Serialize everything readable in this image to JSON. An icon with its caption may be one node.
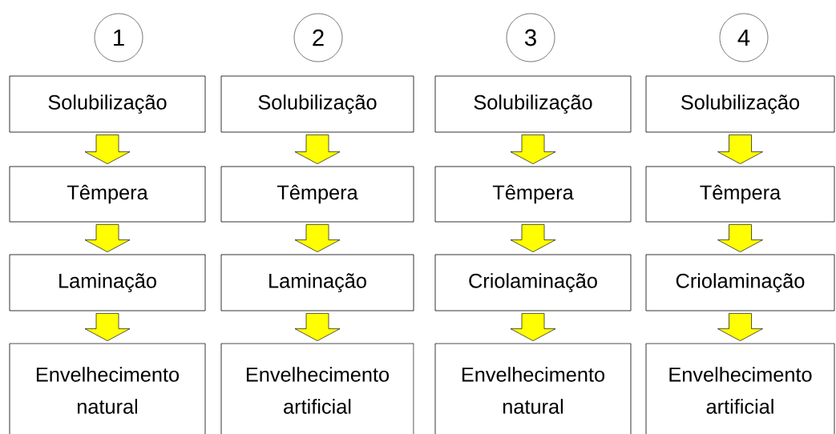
{
  "diagram": {
    "nodes": [
      {
        "text": [
          "1"
        ]
      },
      {
        "text": [
          "2"
        ]
      },
      {
        "text": [
          "3"
        ]
      },
      {
        "text": [
          "4"
        ]
      },
      {
        "text": [
          "Solubilização"
        ]
      },
      {
        "text": [
          "Têmpera"
        ]
      },
      {
        "text": [
          "Laminação"
        ]
      },
      {
        "text": [
          "Envelhecimento natural"
        ]
      },
      {
        "text": [
          "Solubilização"
        ]
      },
      {
        "text": [
          "Têmpera"
        ]
      },
      {
        "text": [
          "Laminação"
        ]
      },
      {
        "text": [
          "Envelhecimento artificial"
        ]
      },
      {
        "text": [
          "Solubilização"
        ]
      },
      {
        "text": [
          "Têmpera"
        ]
      },
      {
        "text": [
          "Criolaminação"
        ]
      },
      {
        "text": [
          "Envelhecimento natural"
        ]
      },
      {
        "text": [
          "Solubilização"
        ]
      },
      {
        "text": [
          "Têmpera"
        ]
      },
      {
        "text": [
          "Criolaminação"
        ]
      },
      {
        "text": [
          "Envelhecimento artificial"
        ]
      }
    ],
    "edges": [
      {
        "from": 4,
        "to": 5,
        "arrow": "to"
      },
      {
        "from": 5,
        "to": 6,
        "arrow": "to"
      },
      {
        "from": 6,
        "to": 7,
        "arrow": "to"
      },
      {
        "from": 8,
        "to": 9,
        "arrow": "to"
      },
      {
        "from": 9,
        "to": 10,
        "arrow": "to"
      },
      {
        "from": 10,
        "to": 11,
        "arrow": "to"
      },
      {
        "from": 12,
        "to": 13,
        "arrow": "to"
      },
      {
        "from": 13,
        "to": 14,
        "arrow": "to"
      },
      {
        "from": 14,
        "to": 15,
        "arrow": "to"
      },
      {
        "from": 16,
        "to": 17,
        "arrow": "to"
      },
      {
        "from": 17,
        "to": 18,
        "arrow": "to"
      },
      {
        "from": 18,
        "to": 19,
        "arrow": "to"
      }
    ]
  }
}
